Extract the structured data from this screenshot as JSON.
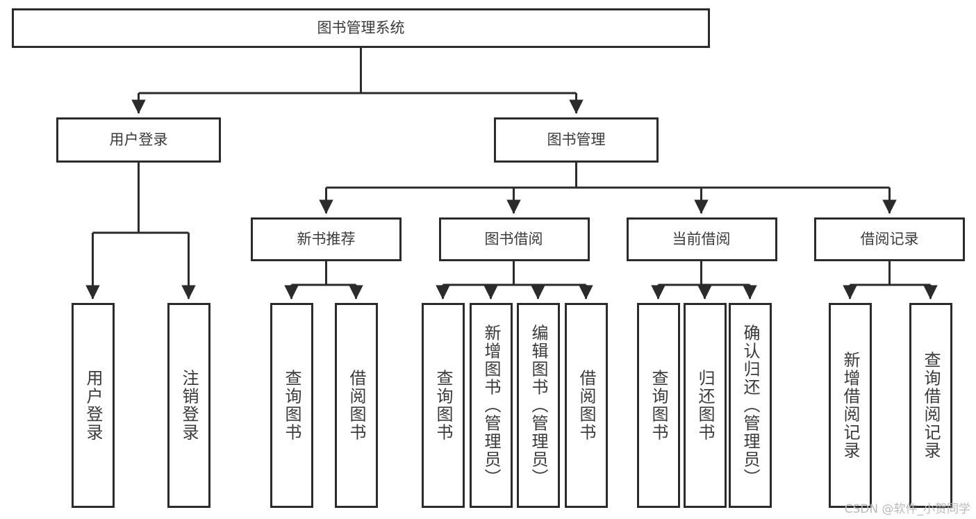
{
  "diagram": {
    "type": "hierarchy-tree",
    "title": "图书管理系统",
    "watermark": "CSDN @软件_小贺同学",
    "colors": {
      "stroke": "#2b2b2b",
      "fill": "#ffffff",
      "text": "#3a3a3a",
      "watermark": "#b9b9b9"
    },
    "root": {
      "label": "图书管理系统"
    },
    "level2": [
      {
        "id": "user-login",
        "label": "用户登录"
      },
      {
        "id": "book-manage",
        "label": "图书管理"
      }
    ],
    "level3": [
      {
        "id": "new-book-recommend",
        "label": "新书推荐",
        "parent": "book-manage"
      },
      {
        "id": "book-borrow",
        "label": "图书借阅",
        "parent": "book-manage"
      },
      {
        "id": "current-borrow",
        "label": "当前借阅",
        "parent": "book-manage"
      },
      {
        "id": "borrow-record",
        "label": "借阅记录",
        "parent": "book-manage"
      }
    ],
    "leaves": [
      {
        "id": "leaf-user-login",
        "label": "用户登录",
        "parent": "user-login"
      },
      {
        "id": "leaf-logout",
        "label": "注销登录",
        "parent": "user-login"
      },
      {
        "id": "leaf-query-book-1",
        "label": "查询图书",
        "parent": "new-book-recommend"
      },
      {
        "id": "leaf-borrow-book-1",
        "label": "借阅图书",
        "parent": "new-book-recommend"
      },
      {
        "id": "leaf-query-book-2",
        "label": "查询图书",
        "parent": "book-borrow"
      },
      {
        "id": "leaf-add-book",
        "label": "新增图书（管理员）",
        "parent": "book-borrow"
      },
      {
        "id": "leaf-edit-book",
        "label": "编辑图书（管理员）",
        "parent": "book-borrow"
      },
      {
        "id": "leaf-borrow-book-2",
        "label": "借阅图书",
        "parent": "book-borrow"
      },
      {
        "id": "leaf-query-book-3",
        "label": "查询图书",
        "parent": "current-borrow"
      },
      {
        "id": "leaf-return-book",
        "label": "归还图书",
        "parent": "current-borrow"
      },
      {
        "id": "leaf-confirm-return",
        "label": "确认归还（管理员）",
        "parent": "current-borrow"
      },
      {
        "id": "leaf-add-record",
        "label": "新增借阅记录",
        "parent": "borrow-record"
      },
      {
        "id": "leaf-query-record",
        "label": "查询借阅记录",
        "parent": "borrow-record"
      }
    ]
  }
}
